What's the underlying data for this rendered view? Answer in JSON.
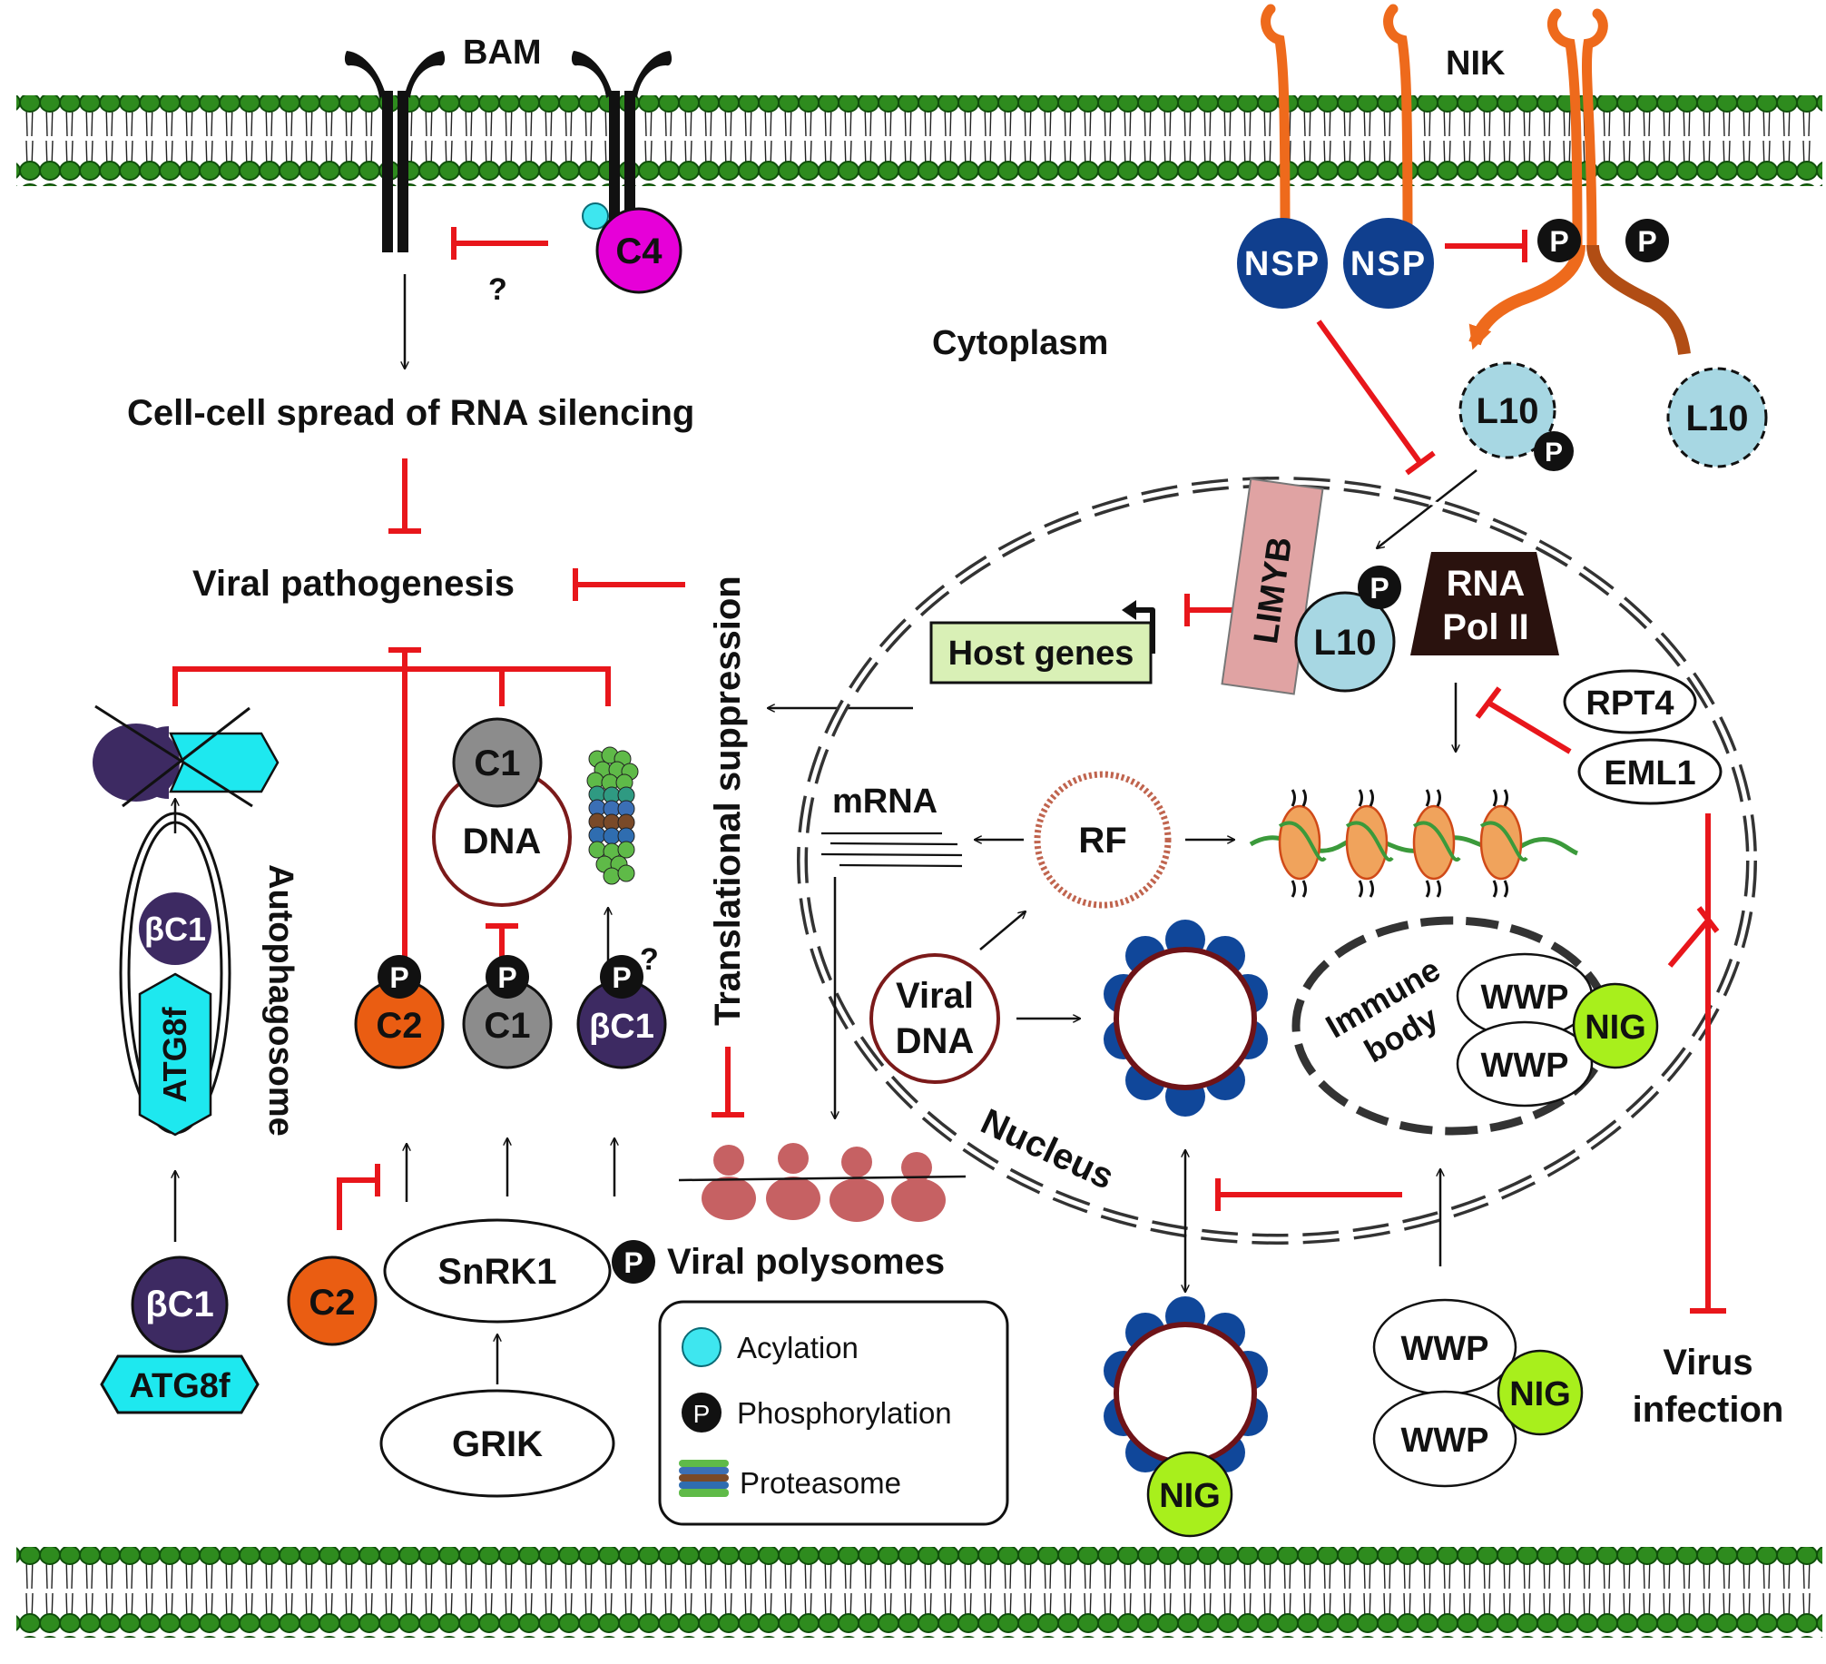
{
  "labels": {
    "bam": "BAM",
    "nik": "NIK",
    "cytoplasm": "Cytoplasm",
    "cell_cell_spread": "Cell-cell spread of RNA silencing",
    "viral_pathogenesis": "Viral pathogenesis",
    "translational_suppression": "Translational  suppression",
    "autophagosome": "Autophagosome",
    "viral_polysomes": "Viral  polysomes",
    "nucleus": "Nucleus",
    "host_genes": "Host genes",
    "mrna": "mRNA",
    "rf": "RF",
    "viral_dna": [
      "Viral",
      "DNA"
    ],
    "immune_body": [
      "Immune",
      "body"
    ],
    "virus_infection": [
      "Virus",
      "infection"
    ],
    "rna_pol": [
      "RNA",
      "Pol II"
    ],
    "question": "?"
  },
  "proteins": {
    "c4": "C4",
    "nsp": "NSP",
    "l10": "L10",
    "limyb": "LIMYB",
    "rpt4": "RPT4",
    "eml1": "EML1",
    "c1": "C1",
    "c2": "C2",
    "bc1": "βC1",
    "dna": "DNA",
    "atg8f": "ATG8f",
    "snrk1": "SnRK1",
    "grik": "GRIK",
    "wwp": "WWP",
    "nig": "NIG",
    "p": "P"
  },
  "legend": {
    "acylation": "Acylation",
    "phosphorylation": "Phosphorylation",
    "proteasome": "Proteasome"
  },
  "colors": {
    "membrane_head": "#2e8b1e",
    "membrane_dark": "#0f4f0a",
    "inhibit_red": "#e8161b",
    "nik_orange": "#ee6a1c",
    "nsp_blue": "#103f8e",
    "l10_fill": "#a7d7e3",
    "c4_magenta": "#e600d8",
    "bc1_purple": "#3d2a62",
    "c2_orange": "#ea5d12",
    "atg8f_cyan": "#1ee8ef",
    "nig_green": "#a8ef1c",
    "polysome_red": "#c66163",
    "limyb_pink": "#e0a3a3",
    "hostgenes_green": "#d9f0b6",
    "rnapol_dark": "#2a120e"
  },
  "icons": [
    "receptor-icon",
    "membrane-icon",
    "proteasome-icon",
    "chromatin-icon",
    "polysome-icon",
    "dna-helix-icon",
    "gene-start-arrow-icon"
  ]
}
